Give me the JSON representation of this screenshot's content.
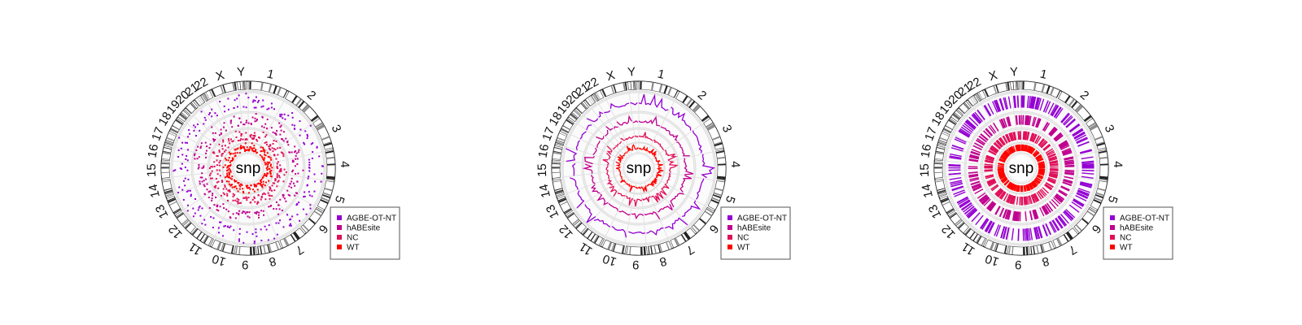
{
  "chart_data": [
    {
      "type": "scatter",
      "style": "circos-points",
      "center_label": "snp",
      "chromosomes": [
        "1",
        "2",
        "3",
        "4",
        "5",
        "6",
        "7",
        "8",
        "9",
        "10",
        "11",
        "12",
        "13",
        "14",
        "15",
        "16",
        "17",
        "18",
        "19",
        "20",
        "21",
        "22",
        "X",
        "Y"
      ],
      "chromosome_sizes_mb": [
        249,
        242,
        198,
        190,
        181,
        171,
        159,
        145,
        138,
        134,
        135,
        133,
        114,
        107,
        102,
        90,
        83,
        80,
        59,
        64,
        47,
        51,
        156,
        57
      ],
      "series": [
        {
          "name": "AGBE-OT-NT",
          "color": "#9400d3"
        },
        {
          "name": "hABEsite",
          "color": "#c0008f"
        },
        {
          "name": "NC",
          "color": "#e0105a"
        },
        {
          "name": "WT",
          "color": "#ff0000"
        }
      ],
      "legend_position": "bottom-right"
    },
    {
      "type": "line",
      "style": "circos-lines",
      "center_label": "snp",
      "chromosomes": [
        "1",
        "2",
        "3",
        "4",
        "5",
        "6",
        "7",
        "8",
        "9",
        "10",
        "11",
        "12",
        "13",
        "14",
        "15",
        "16",
        "17",
        "18",
        "19",
        "20",
        "21",
        "22",
        "X",
        "Y"
      ],
      "chromosome_sizes_mb": [
        249,
        242,
        198,
        190,
        181,
        171,
        159,
        145,
        138,
        134,
        135,
        133,
        114,
        107,
        102,
        90,
        83,
        80,
        59,
        64,
        47,
        51,
        156,
        57
      ],
      "series": [
        {
          "name": "AGBE-OT-NT",
          "color": "#9400d3"
        },
        {
          "name": "hABEsite",
          "color": "#c0008f"
        },
        {
          "name": "NC",
          "color": "#e0105a"
        },
        {
          "name": "WT",
          "color": "#ff0000"
        }
      ],
      "legend_position": "bottom-right"
    },
    {
      "type": "heatmap",
      "style": "circos-rug",
      "center_label": "snp",
      "chromosomes": [
        "1",
        "2",
        "3",
        "4",
        "5",
        "6",
        "7",
        "8",
        "9",
        "10",
        "11",
        "12",
        "13",
        "14",
        "15",
        "16",
        "17",
        "18",
        "19",
        "20",
        "21",
        "22",
        "X",
        "Y"
      ],
      "chromosome_sizes_mb": [
        249,
        242,
        198,
        190,
        181,
        171,
        159,
        145,
        138,
        134,
        135,
        133,
        114,
        107,
        102,
        90,
        83,
        80,
        59,
        64,
        47,
        51,
        156,
        57
      ],
      "series": [
        {
          "name": "AGBE-OT-NT",
          "color": "#9400d3"
        },
        {
          "name": "hABEsite",
          "color": "#c0008f"
        },
        {
          "name": "NC",
          "color": "#e0105a"
        },
        {
          "name": "WT",
          "color": "#ff0000"
        }
      ],
      "legend_position": "bottom-right"
    }
  ]
}
